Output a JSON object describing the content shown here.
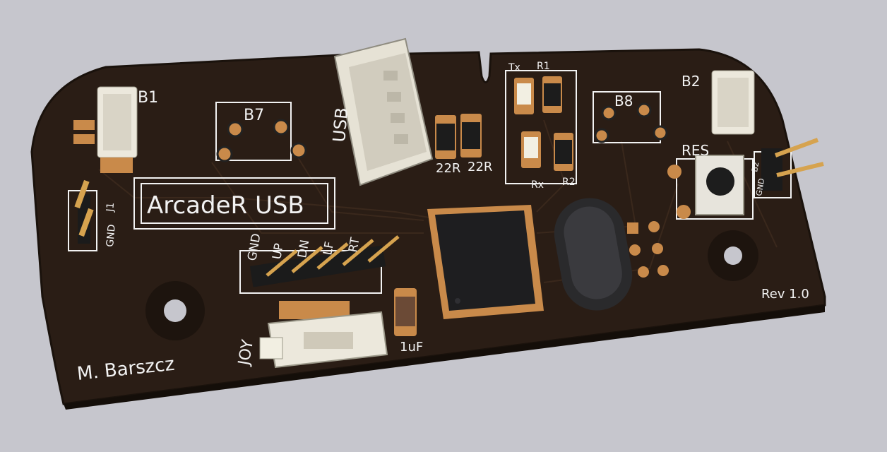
{
  "colors": {
    "background": "#c6c6cd",
    "board": "#2a1d15",
    "board_edge": "#1a120c",
    "silkscreen": "#f2f2f2",
    "copper_pad": "#c98a4a",
    "connector_plastic": "#ece8dc",
    "ic_body": "#1e1e20"
  },
  "board": {
    "title": "ArcadeR USB",
    "author": "M. Barszcz",
    "revision": "Rev 1.0"
  },
  "labels": {
    "b1": "B1",
    "b2": "B2",
    "b7": "B7",
    "b8": "B8",
    "usb": "USB",
    "joy": "JOY",
    "res": "RES",
    "tx": "Tx",
    "rx": "Rx",
    "r1": "R1",
    "r2": "R2",
    "res_22r_a": "22R",
    "res_22r_b": "22R",
    "cap_1uf": "1uF",
    "j1_gnd": "GND",
    "j1_name": "J1",
    "b2_gnd": "GND",
    "b2_pin": "B2",
    "joy_pins": [
      "GND",
      "UP",
      "DN",
      "LF",
      "RT"
    ]
  },
  "icons": {
    "microcontroller": "qfp-ic-icon",
    "crystal": "crystal-oscillator-icon",
    "button": "tactile-switch-icon",
    "usb_connector": "usb-connector-icon",
    "mounting_hole": "mounting-hole-icon"
  }
}
